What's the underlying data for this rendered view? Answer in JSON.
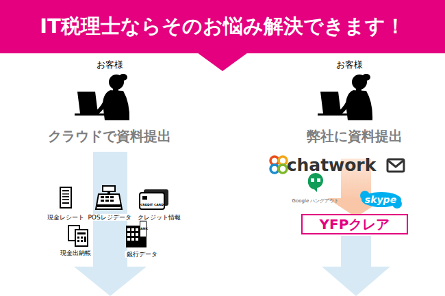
{
  "diagram": {
    "title": "IT税理士ならそのお悩み解決できます！",
    "nodes": [
      {
        "text": [
          "YFPクレア"
        ]
      }
    ],
    "labels": [
      "お客様",
      "クラウドで資料提出",
      "現金レシート",
      "POSレジデータ",
      "CREDIT CARD",
      "クレジット情報",
      "現金出納帳",
      "BANK",
      "銀行データ",
      "お客様",
      "弊社に資料提出",
      "chatwork",
      "Google ハングアウト",
      "skype"
    ]
  }
}
